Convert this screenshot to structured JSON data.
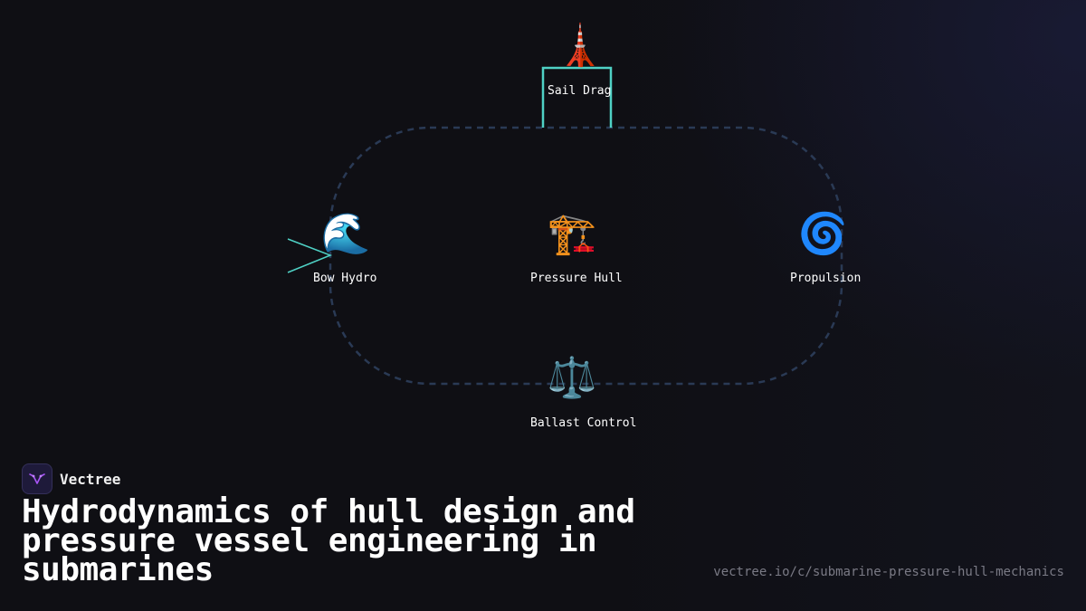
{
  "brand": {
    "name": "Vectree",
    "logo_color": "#a855f7"
  },
  "title": "Hydrodynamics of hull design and pressure vessel engineering in submarines",
  "url": "vectree.io/c/submarine-pressure-hull-mechanics",
  "diagram": {
    "loop_color": "#2a3a55",
    "accent_color": "#4fd1c5",
    "nodes": {
      "sail": {
        "icon": "tower-icon",
        "glyph": "🗼",
        "label": "Sail Drag"
      },
      "bow": {
        "icon": "wave-icon",
        "glyph": "🌊",
        "label": "Bow Hydro"
      },
      "hull": {
        "icon": "crane-icon",
        "glyph": "🏗️",
        "label": "Pressure Hull"
      },
      "propulsion": {
        "icon": "cyclone-icon",
        "glyph": "🌀",
        "label": "Propulsion"
      },
      "ballast": {
        "icon": "balance-scale-icon",
        "glyph": "⚖️",
        "label": "Ballast Control"
      }
    }
  }
}
